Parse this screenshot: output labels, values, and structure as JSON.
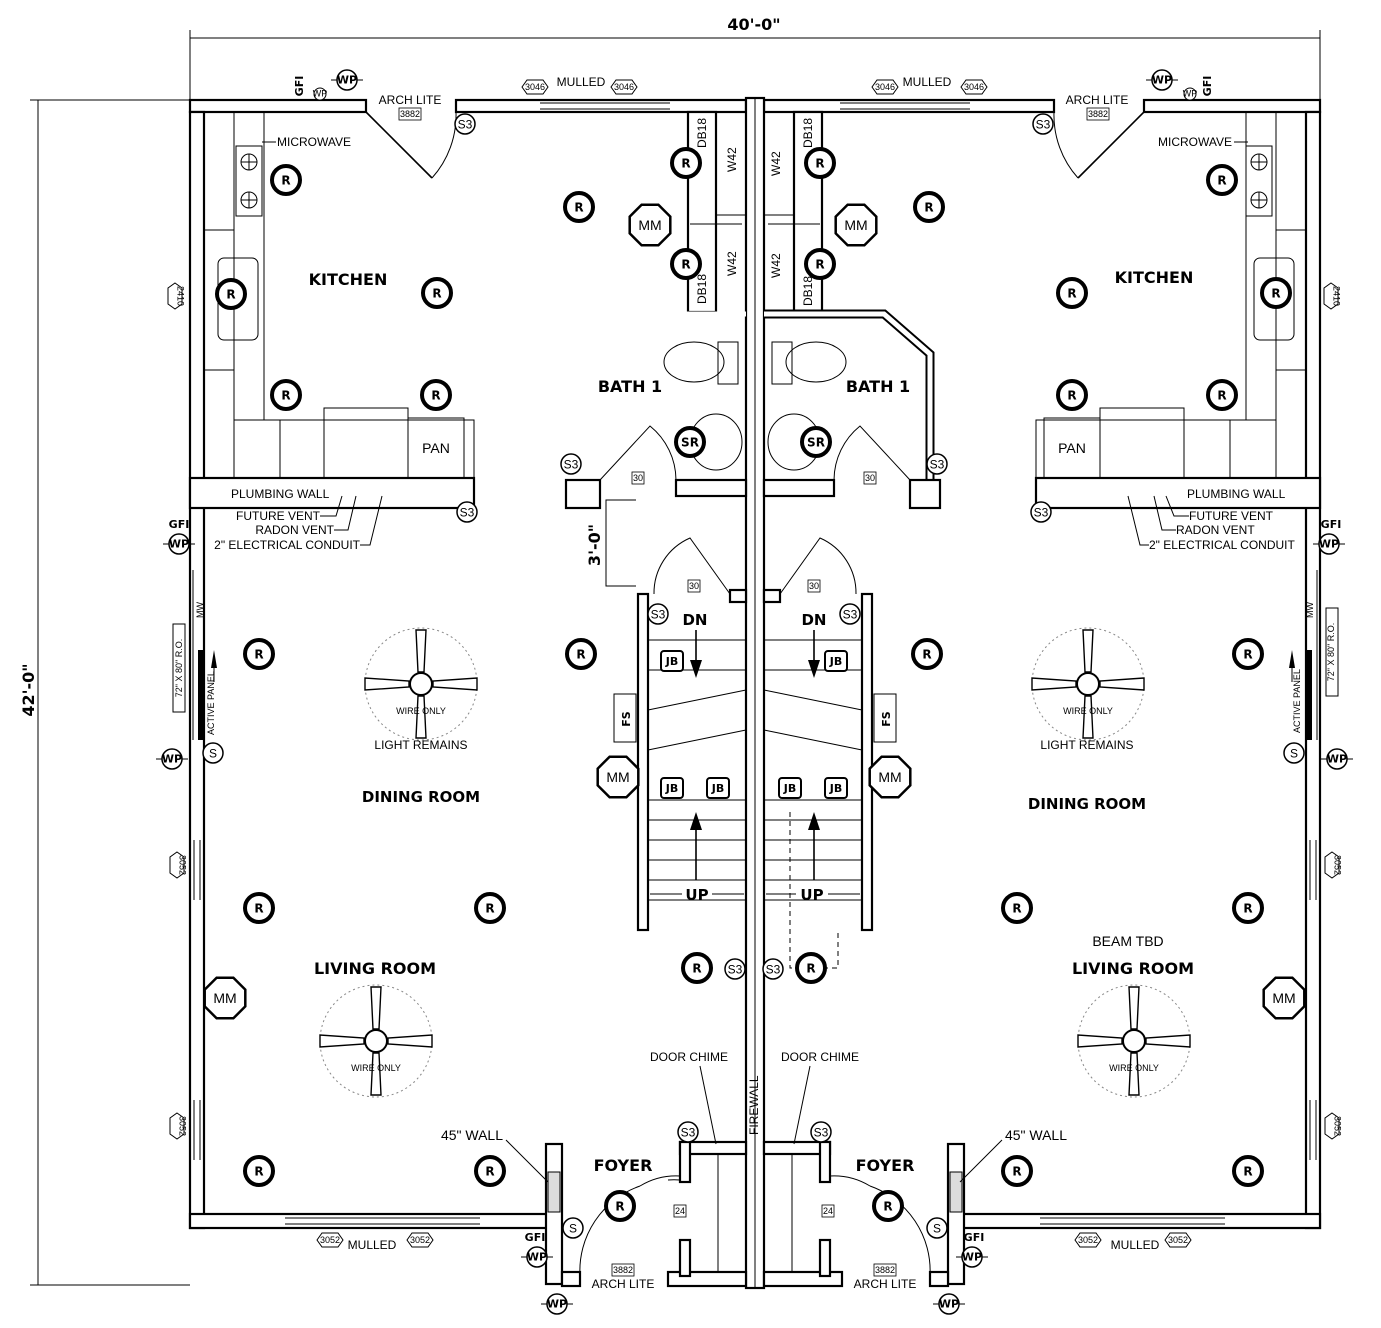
{
  "dimensions": {
    "width_label": "40'-0\"",
    "height_label": "42'-0\"",
    "stair_gap_label": "3'-0\""
  },
  "rooms": {
    "kitchen": "KITCHEN",
    "bath": "BATH 1",
    "dining": "DINING ROOM",
    "living": "LIVING ROOM",
    "foyer": "FOYER"
  },
  "labels": {
    "microwave": "MICROWAVE",
    "pantry": "PAN",
    "plumbing_wall": "PLUMBING WALL",
    "future_vent": "FUTURE VENT",
    "radon_vent": "RADON VENT",
    "conduit": "2\" ELECTRICAL CONDUIT",
    "arch_lite": "ARCH LITE",
    "mulled": "MULLED",
    "wire_only": "WIRE ONLY",
    "light_remains": "LIGHT REMAINS",
    "door_chime": "DOOR CHIME",
    "wall45": "45\" WALL",
    "firewall": "FIREWALL",
    "beam": "BEAM TBD",
    "dn": "DN",
    "up": "UP",
    "active_panel": "ACTIVE PANEL",
    "ro": "72\" X 80\" R.O.",
    "mw": "MW",
    "fs": "FS"
  },
  "codes": {
    "w3046": "3046",
    "w3882": "3882",
    "w3052": "3052",
    "w2410": "2410",
    "d30": "30",
    "d24": "24",
    "db18": "DB18",
    "w42": "W42"
  },
  "symbols": {
    "recessed": "R",
    "smoke_receptacle": "SR",
    "switch3": "S3",
    "switch": "S",
    "weatherproof": "WP",
    "gfi": "GFI",
    "junction_box": "JB",
    "media": "MM"
  }
}
